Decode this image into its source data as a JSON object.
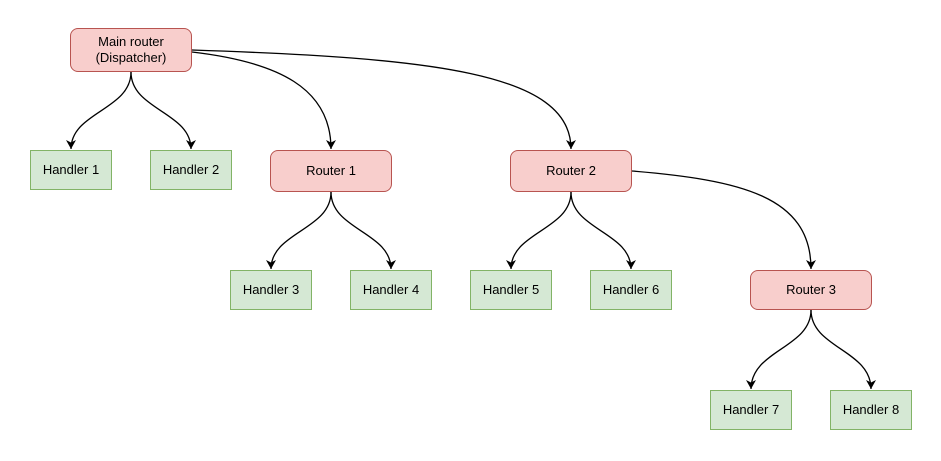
{
  "diagram": {
    "type": "flowchart-tree",
    "colors": {
      "router_fill": "#f8cecc",
      "router_border": "#b85450",
      "handler_fill": "#d5e8d4",
      "handler_border": "#82b366",
      "edge": "#000000",
      "background": "#ffffff",
      "text": "#000000"
    },
    "nodes": [
      {
        "id": "main",
        "label": "Main router\n(Dispatcher)",
        "type": "router"
      },
      {
        "id": "handler1",
        "label": "Handler 1",
        "type": "handler"
      },
      {
        "id": "handler2",
        "label": "Handler 2",
        "type": "handler"
      },
      {
        "id": "router1",
        "label": "Router 1",
        "type": "router"
      },
      {
        "id": "router2",
        "label": "Router 2",
        "type": "router"
      },
      {
        "id": "handler3",
        "label": "Handler 3",
        "type": "handler"
      },
      {
        "id": "handler4",
        "label": "Handler 4",
        "type": "handler"
      },
      {
        "id": "handler5",
        "label": "Handler 5",
        "type": "handler"
      },
      {
        "id": "handler6",
        "label": "Handler 6",
        "type": "handler"
      },
      {
        "id": "router3",
        "label": "Router 3",
        "type": "router"
      },
      {
        "id": "handler7",
        "label": "Handler 7",
        "type": "handler"
      },
      {
        "id": "handler8",
        "label": "Handler 8",
        "type": "handler"
      }
    ],
    "edges": [
      {
        "from": "main",
        "to": "handler1"
      },
      {
        "from": "main",
        "to": "handler2"
      },
      {
        "from": "main",
        "to": "router1"
      },
      {
        "from": "main",
        "to": "router2"
      },
      {
        "from": "router1",
        "to": "handler3"
      },
      {
        "from": "router1",
        "to": "handler4"
      },
      {
        "from": "router2",
        "to": "handler5"
      },
      {
        "from": "router2",
        "to": "handler6"
      },
      {
        "from": "router2",
        "to": "router3"
      },
      {
        "from": "router3",
        "to": "handler7"
      },
      {
        "from": "router3",
        "to": "handler8"
      }
    ]
  }
}
